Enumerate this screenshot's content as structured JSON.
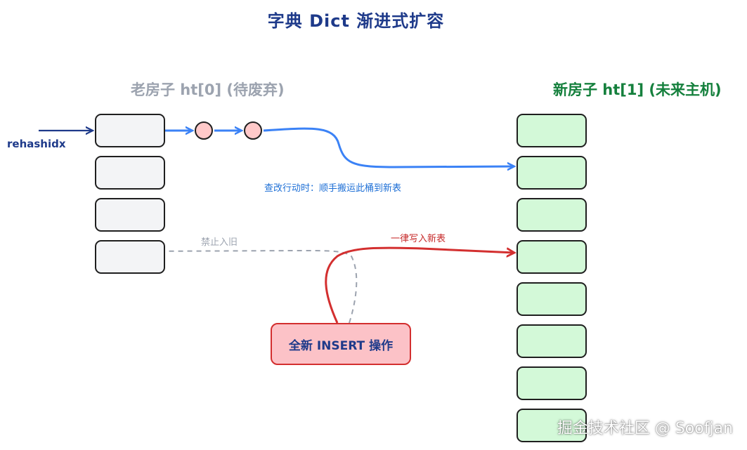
{
  "title": "字典 Dict 渐进式扩容",
  "old_table": {
    "label": "老房子 ht[0] (待废弃)",
    "bucket_count": 4
  },
  "new_table": {
    "label": "新房子 ht[1] (未来主机)",
    "bucket_count": 8
  },
  "rehashidx_label": "rehashidx",
  "chain_node_count": 2,
  "migrate_note": "查改行动时：顺手搬运此桶到新表",
  "forbid_note": "禁止入旧",
  "write_note": "一律写入新表",
  "insert_box": "全新 INSERT 操作",
  "watermark": "掘金技术社区 @ Soofjan",
  "colors": {
    "title": "#1e3a8a",
    "old_label": "#9ca3af",
    "new_label": "#15803d",
    "migrate_arrow": "#3b82f6",
    "write_arrow": "#d32f2f",
    "forbid_arrow": "#9ca3af",
    "old_bucket_fill": "#f3f4f6",
    "new_bucket_fill": "#d3f9d8",
    "node_fill": "#ffc9c9",
    "insert_fill": "#fcc2c7"
  }
}
